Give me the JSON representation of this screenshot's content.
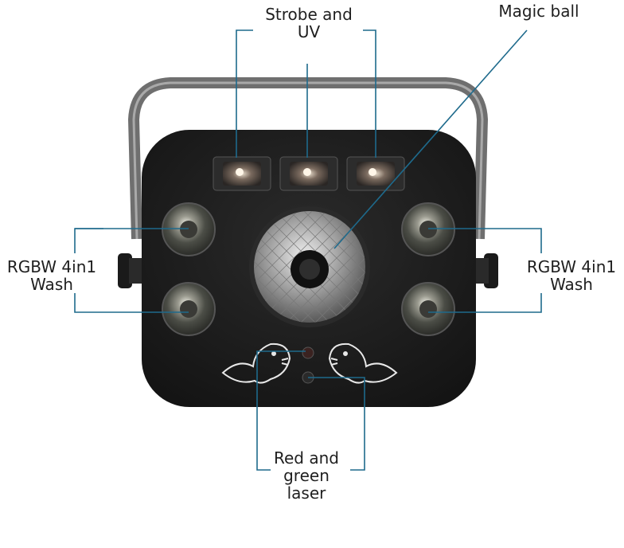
{
  "labels": {
    "strobe_uv": [
      "Strobe and",
      "UV"
    ],
    "magic_ball": "Magic ball",
    "wash_left": [
      "RGBW 4in1",
      "Wash"
    ],
    "wash_right": [
      "RGBW 4in1",
      "Wash"
    ],
    "laser": [
      "Red and",
      "green",
      "laser"
    ]
  },
  "colors": {
    "callout_line": "#1e6a8c",
    "body": "#1b1b1b",
    "bracket": "#6f6f6f",
    "text": "#1f1f1f"
  }
}
